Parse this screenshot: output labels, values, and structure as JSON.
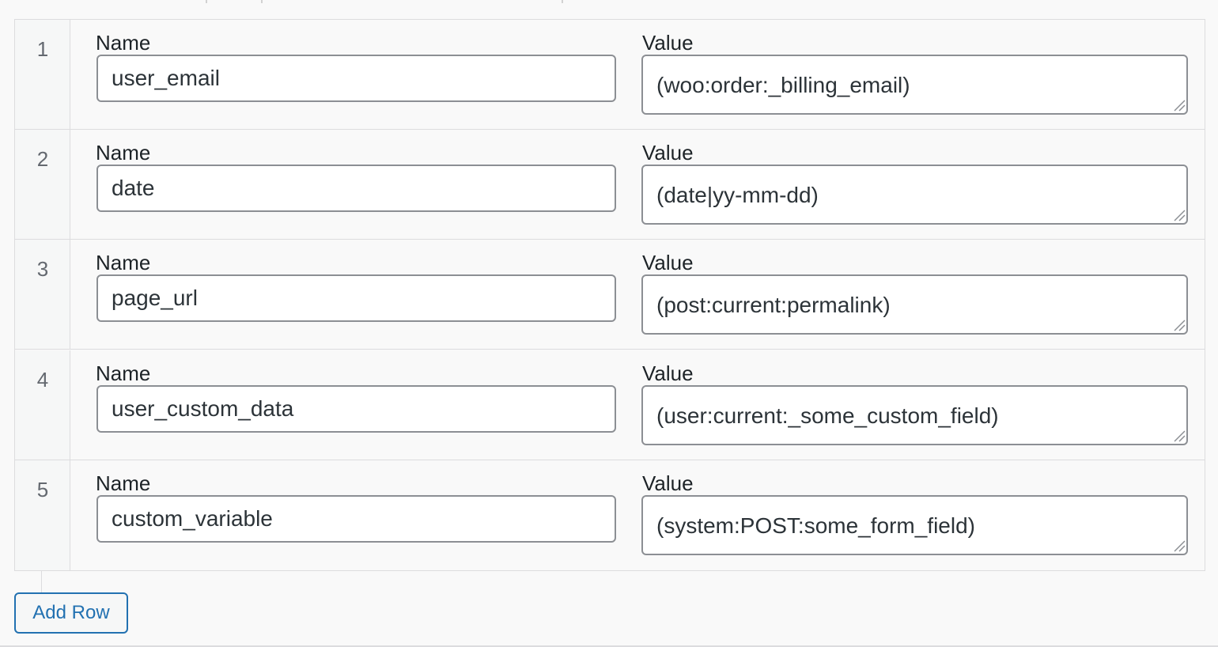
{
  "repeater": {
    "rows": [
      {
        "number": "1",
        "name_label": "Name",
        "value_label": "Value",
        "name": "user_email",
        "value": "(woo:order:_billing_email)"
      },
      {
        "number": "2",
        "name_label": "Name",
        "value_label": "Value",
        "name": "date",
        "value": "(date|yy-mm-dd)"
      },
      {
        "number": "3",
        "name_label": "Name",
        "value_label": "Value",
        "name": "page_url",
        "value": "(post:current:permalink)"
      },
      {
        "number": "4",
        "name_label": "Name",
        "value_label": "Value",
        "name": "user_custom_data",
        "value": "(user:current:_some_custom_field)"
      },
      {
        "number": "5",
        "name_label": "Name",
        "value_label": "Value",
        "name": "custom_variable",
        "value": "(system:POST:some_form_field)"
      }
    ],
    "add_row_label": "Add Row"
  },
  "colors": {
    "accent": "#2271b1",
    "border": "#dcdcde",
    "input_border": "#8c8f94",
    "background": "#f9f9f9"
  }
}
